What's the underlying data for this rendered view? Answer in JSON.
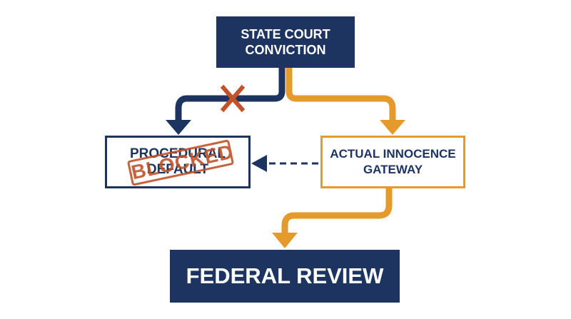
{
  "nodes": {
    "state_court": {
      "line1": "STATE COURT",
      "line2": "CONVICTION"
    },
    "procedural_default": {
      "line1": "PROCEDURAL",
      "line2": "DEFAULT"
    },
    "stamp": "BLOCKED",
    "actual_innocence": {
      "line1": "ACTUAL INNOCENCE",
      "line2": "GATEWAY"
    },
    "federal_review": "FEDERAL REVIEW"
  },
  "colors": {
    "navy": "#1d3461",
    "orange": "#e59a2c",
    "rust": "#c0532a"
  },
  "icons": [
    "cross-mark-icon",
    "arrow-left-icon",
    "arrow-down-icon"
  ]
}
